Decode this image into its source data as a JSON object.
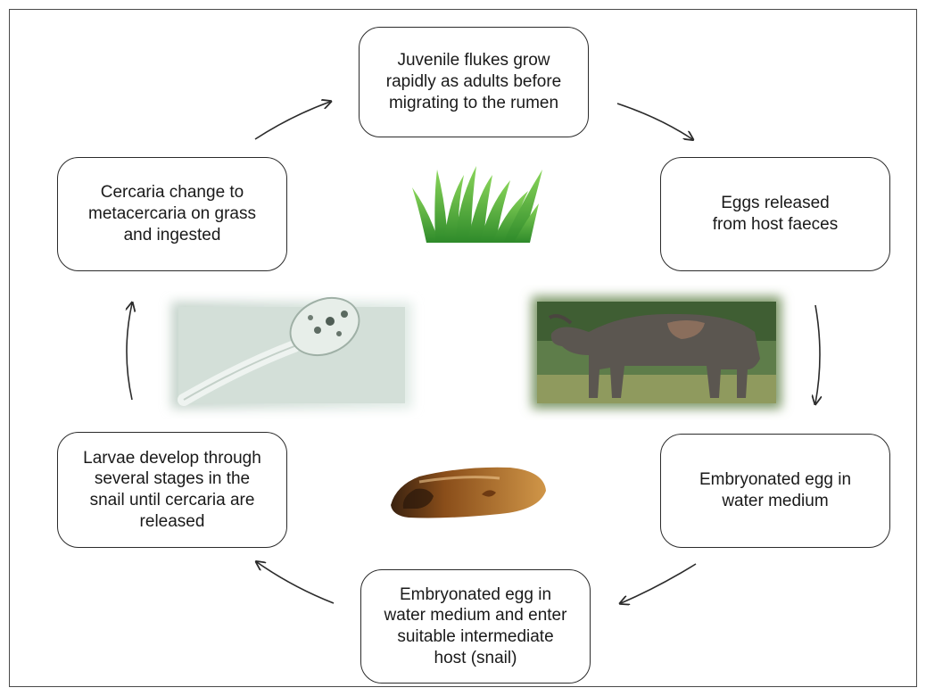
{
  "boxes": {
    "top": "Juvenile flukes grow\nrapidly as adults before\nmigrating to the rumen",
    "eggs": "Eggs released\nfrom host faeces",
    "embryonated": "Embryonated egg in\nwater medium",
    "bottom": "Embryonated egg in\nwater medium and enter\nsuitable intermediate\nhost (snail)",
    "larvae": "Larvae develop through\nseveral stages in the\nsnail until cercaria are\nreleased",
    "cercaria": "Cercaria change to\nmetacercaria on grass\nand ingested"
  },
  "images": [
    "grass",
    "cercaria-micrograph",
    "water-buffalo",
    "snail-shell"
  ],
  "colors": {
    "border": "#2b2b2b",
    "grass": "#4caf3a",
    "buffalo": "#5b5650",
    "snail": "#a8641f"
  }
}
